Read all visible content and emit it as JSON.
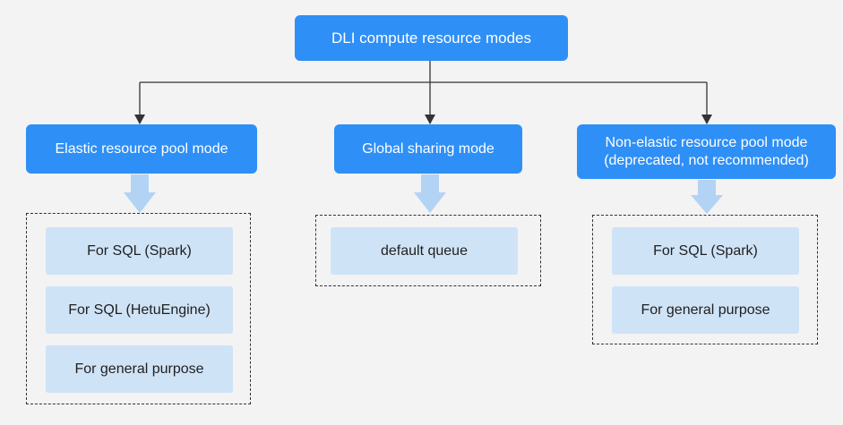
{
  "root": {
    "label": "DLI compute resource modes"
  },
  "modes": [
    {
      "title_lines": [
        "Elastic resource pool mode"
      ],
      "items": [
        "For SQL (Spark)",
        "For SQL (HetuEngine)",
        "For general purpose"
      ]
    },
    {
      "title_lines": [
        "Global sharing mode"
      ],
      "items": [
        "default queue"
      ]
    },
    {
      "title_lines": [
        "Non-elastic resource pool mode",
        "(deprecated, not recommended)"
      ],
      "items": [
        "For SQL (Spark)",
        "For general purpose"
      ]
    }
  ],
  "colors": {
    "primary": "#2e8ff7",
    "item_fill": "#cfe3f7",
    "arrow_fill": "#b3d3f5",
    "line": "#333333",
    "background": "#f3f3f3"
  }
}
